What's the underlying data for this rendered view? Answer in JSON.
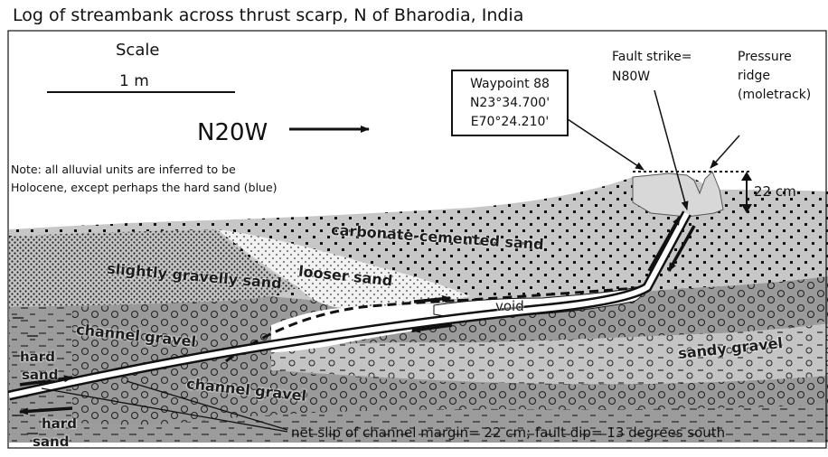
{
  "title": "Log of streambank across thrust scarp, N of Bharodia, India",
  "scale": {
    "heading": "Scale",
    "length": "1 m"
  },
  "direction": "N20W",
  "note": {
    "line1": "Note: all alluvial units are inferred to be",
    "line2": "Holocene, except perhaps the hard sand (blue)"
  },
  "waypoint": {
    "line1": "Waypoint 88",
    "line2": "N23°34.700'",
    "line3": "E70°24.210'"
  },
  "fault_strike": {
    "line1": "Fault strike=",
    "line2": "N80W"
  },
  "pressure_ridge": {
    "line1": "Pressure",
    "line2": "ridge",
    "line3": "(moletrack)"
  },
  "offset_height": "22 cm",
  "units": {
    "carbonate_sand": "carbonate-cemented sand",
    "slightly_gravelly_sand": "slightly gravelly sand",
    "looser_sand": "looser sand",
    "void": "void",
    "channel_gravel_upper": "channel gravel",
    "channel_gravel_lower": "channel gravel",
    "sandy_gravel": "sandy gravel",
    "hard_sand_upper_1": "hard",
    "hard_sand_upper_2": "sand",
    "hard_sand_lower_1": "hard",
    "hard_sand_lower_2": "sand"
  },
  "net_slip_caption": "net slip of channel margin= 22 cm; fault dip= 13 degrees south"
}
